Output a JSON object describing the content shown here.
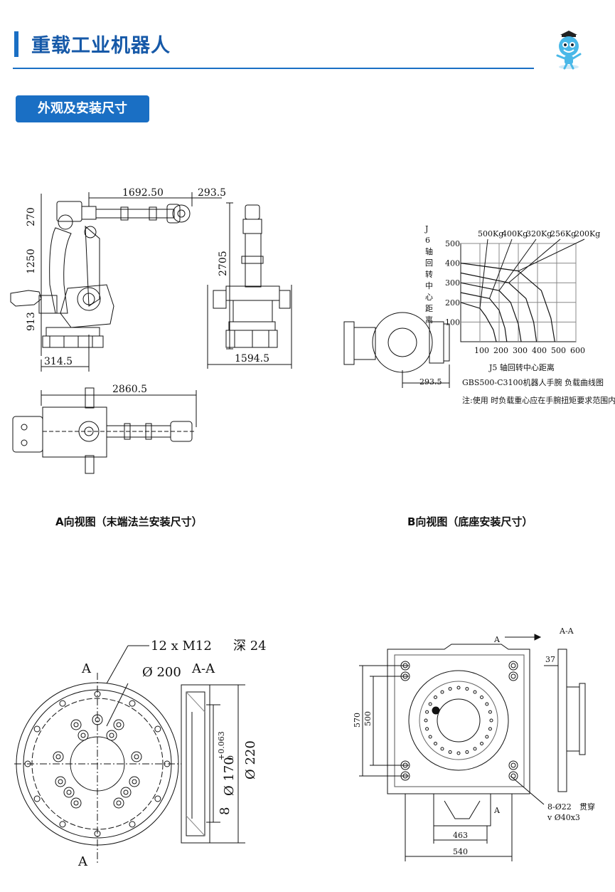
{
  "header": {
    "title": "重载工业机器人",
    "section_label": "外观及安装尺寸"
  },
  "colors": {
    "accent": "#1a6fc4",
    "title": "#1659a8",
    "line": "#111111",
    "mascot": "#49b8e8"
  },
  "mascot": {
    "icon": "robot-mascot-icon"
  },
  "side_view": {
    "dim_reach": "1692.50",
    "dim_top_offset": "293.5",
    "dim_270": "270",
    "dim_1250": "1250",
    "dim_913": "913",
    "dim_base": "314.5"
  },
  "front_view": {
    "dim_height": "2705",
    "dim_width": "1594.5"
  },
  "top_view": {
    "dim_length": "2860.5"
  },
  "load_chart": {
    "y_axis_label": "J6轴回转中心距离",
    "x_axis_label": "J5 轴回转中心距离",
    "title": "GBS500-C3100机器人手腕 负载曲线图",
    "note": "注:使用 时负载重心应在手腕扭矩要求范围内",
    "wrist_offset": "293.5"
  },
  "chart_data": {
    "type": "line",
    "title": "GBS500-C3100机器人手腕 负载曲线图",
    "xlabel": "J5 轴回转中心距离",
    "ylabel": "J6轴回转中心距离",
    "x_ticks": [
      "100",
      "200",
      "300",
      "400",
      "500",
      "600"
    ],
    "y_ticks": [
      "100",
      "200",
      "300",
      "400",
      "500"
    ],
    "xlim": [
      0,
      600
    ],
    "ylim": [
      0,
      500
    ],
    "grid": true,
    "series": [
      {
        "name": "500Kg",
        "x": [
          0,
          100,
          130,
          170,
          185
        ],
        "y": [
          200,
          170,
          130,
          60,
          0
        ]
      },
      {
        "name": "400Kg",
        "x": [
          0,
          150,
          200,
          230,
          240
        ],
        "y": [
          250,
          220,
          160,
          70,
          0
        ]
      },
      {
        "name": "320Kg",
        "x": [
          0,
          200,
          260,
          300,
          315
        ],
        "y": [
          300,
          260,
          200,
          90,
          0
        ]
      },
      {
        "name": "256Kg",
        "x": [
          0,
          250,
          340,
          380,
          395
        ],
        "y": [
          350,
          300,
          220,
          100,
          0
        ]
      },
      {
        "name": "200Kg",
        "x": [
          0,
          300,
          420,
          470,
          490
        ],
        "y": [
          400,
          360,
          260,
          120,
          0
        ]
      }
    ]
  },
  "captions": {
    "view_a": "A向视图（末端法兰安装尺寸）",
    "view_b": "B向视图（底座安装尺寸）"
  },
  "flange": {
    "holes": "12 x  M12",
    "depth": "深 24",
    "section_mark": "A",
    "section_title": "A-A",
    "pcd": "Ø 200",
    "bore": "Ø 170",
    "tol_upper": "+0.063",
    "tol_lower": "0",
    "outer": "Ø 220",
    "depth8": "8"
  },
  "base": {
    "section_mark": "A",
    "section_title": "A-A",
    "dim_570": "570",
    "dim_500": "500",
    "dim_463": "463",
    "dim_540": "540",
    "dim_37": "37",
    "holes": "8-Ø22",
    "through": "贯穿",
    "counterbore": "v Ø40x3"
  }
}
